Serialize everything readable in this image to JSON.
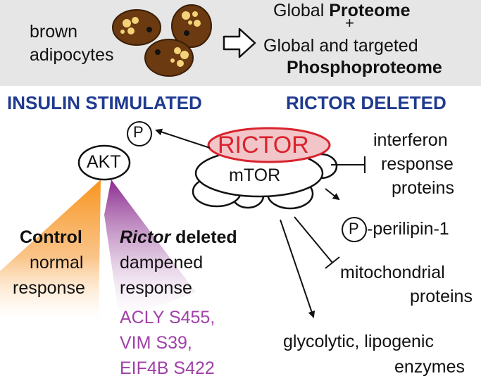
{
  "header": {
    "cells_label_line1": "brown",
    "cells_label_line2": "adipocytes",
    "proteome_prefix": "Global ",
    "proteome_bold": "Proteome",
    "plus": "+",
    "phospho_line1": "Global and targeted",
    "phospho_line2": "Phosphoproteome"
  },
  "sections": {
    "left_title": "INSULIN STIMULATED",
    "right_title": "RICTOR DELETED"
  },
  "nodes": {
    "akt": "AKT",
    "p_symbol": "P",
    "rictor": "RICTOR",
    "mtor": "mTOR"
  },
  "left_panel": {
    "control_title": "Control",
    "control_line1": "normal",
    "control_line2": "response",
    "rictor_italic": "Rictor",
    "rictor_rest": " deleted",
    "rictor_line1": "dampened",
    "rictor_line2": "response",
    "sites": [
      "ACLY S455,",
      "VIM S39,",
      "EIF4B S422"
    ]
  },
  "right_panel": {
    "interferon_1": "interferon",
    "interferon_2": "response",
    "interferon_3": "proteins",
    "perilipin_p": "P",
    "perilipin": "-perilipin-1",
    "mito_1": "mitochondrial",
    "mito_2": "proteins",
    "glyco_1": "glycolytic, lipogenic",
    "glyco_2": "enzymes"
  },
  "colors": {
    "banner": "#e6e6e6",
    "section_blue": "#1f3a8f",
    "site_purple": "#a040a8",
    "rictor_red": "#d9232e",
    "rictor_fill": "#f2c6c8",
    "cell_brown": "#6b3a10",
    "lipid_yellow": "#f3d27a",
    "control_orange": "#f7941d",
    "rictor_gradient_purple": "#8b2b8f"
  }
}
